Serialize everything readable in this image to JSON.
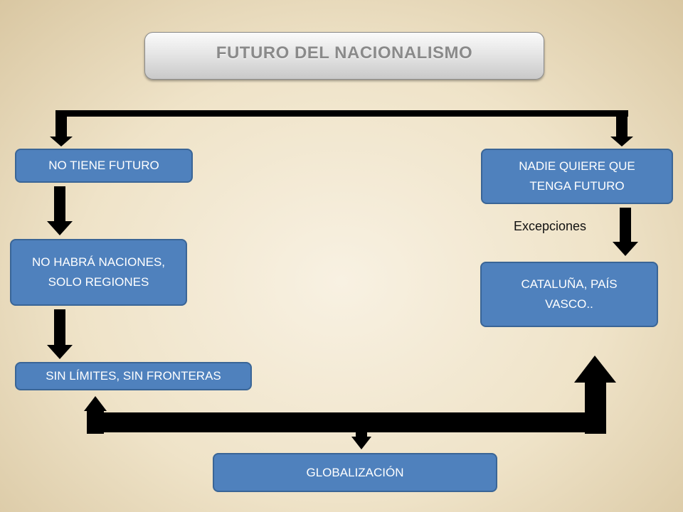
{
  "title": "FUTURO DEL NACIONALISMO",
  "boxes": {
    "no_tiene_futuro": "NO TIENE FUTURO",
    "no_habra_naciones": "NO HABRÁ NACIONES, SOLO REGIONES",
    "sin_limites": "SIN LÍMITES, SIN FRONTERAS",
    "nadie_quiere": "NADIE QUIERE QUE TENGA FUTURO",
    "cataluna": "CATALUÑA, PAÍS VASCO..",
    "globalizacion": "GLOBALIZACIÓN"
  },
  "labels": {
    "excepciones": "Excepciones"
  },
  "colors": {
    "box_fill": "#4f81bd",
    "box_border": "#3a6596",
    "arrow": "#000000",
    "title_text": "#8a8a8a"
  }
}
